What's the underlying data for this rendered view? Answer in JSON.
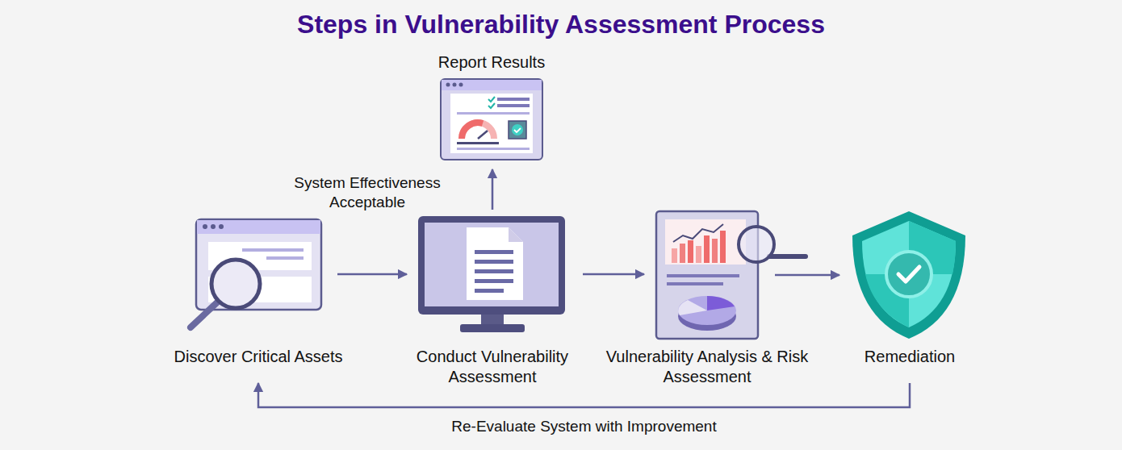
{
  "diagram": {
    "title": "Steps in Vulnerability Assessment Process",
    "nodes": [
      {
        "text": [
          "Discover Critical Assets"
        ]
      },
      {
        "text": [
          "Conduct Vulnerability Assessment"
        ]
      },
      {
        "text": [
          "Report Results"
        ]
      },
      {
        "text": [
          "Vulnerability Analysis & Risk Assessment"
        ]
      },
      {
        "text": [
          "Remediation"
        ]
      }
    ],
    "edges": [
      {
        "from": 0,
        "to": 1,
        "arrow": "to"
      },
      {
        "from": 1,
        "to": 2,
        "label": "System Effectiveness Acceptable",
        "arrow": "to"
      },
      {
        "from": 1,
        "to": 3,
        "arrow": "to"
      },
      {
        "from": 3,
        "to": 4,
        "arrow": "to"
      },
      {
        "from": 4,
        "to": 0,
        "label": "Re-Evaluate System with Improvement",
        "arrow": "to"
      }
    ]
  }
}
